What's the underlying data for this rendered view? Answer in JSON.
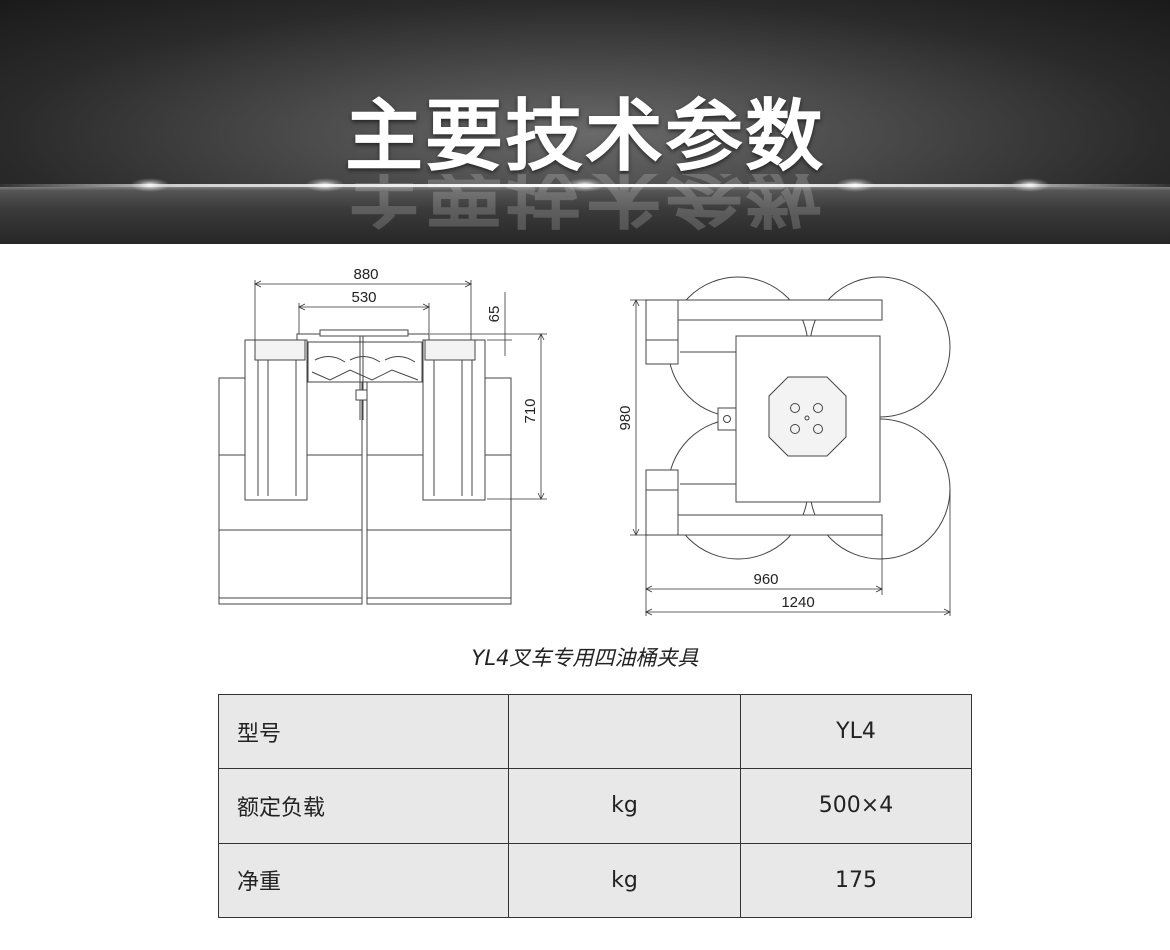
{
  "banner": {
    "title": "主要技术参数"
  },
  "drawing": {
    "side_view": {
      "dim_outer_width": "880",
      "dim_inner_width": "530",
      "dim_top_offset": "65",
      "dim_height": "710"
    },
    "top_view": {
      "dim_depth": "980",
      "dim_frame_width": "960",
      "dim_overall_width": "1240"
    }
  },
  "caption": "YL4叉车专用四油桶夹具",
  "specs": {
    "rows": [
      {
        "param": "型号",
        "unit": "",
        "value": "YL4"
      },
      {
        "param": "额定负载",
        "unit": "kg",
        "value": "500×4"
      },
      {
        "param": "净重",
        "unit": "kg",
        "value": "175"
      }
    ]
  },
  "colors": {
    "banner_dark": "#1a1a1a",
    "banner_light": "#6a6a6a",
    "table_bg": "#e9e8e8",
    "line": "#444444"
  }
}
